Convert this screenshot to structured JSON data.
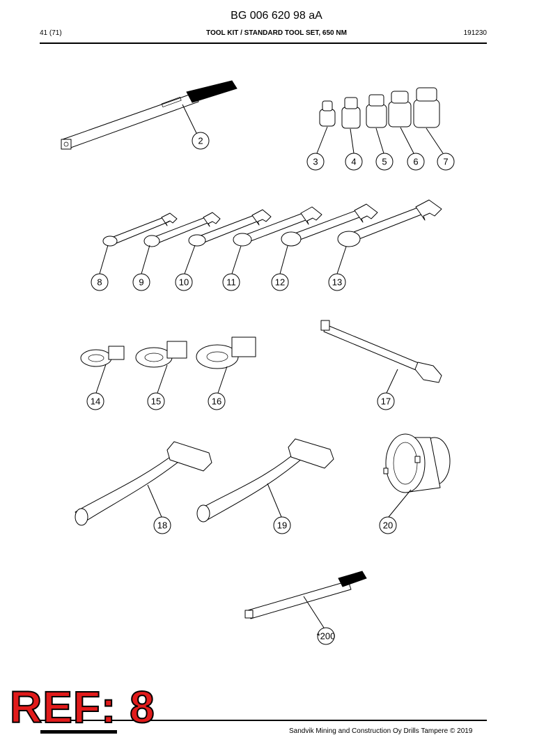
{
  "header": {
    "doc_code": "BG 006 620 98 aA",
    "page": "41 (71)",
    "title": "TOOL KIT / STANDARD TOOL SET, 650 NM",
    "date_code": "191230"
  },
  "callouts": [
    "2",
    "3",
    "4",
    "5",
    "6",
    "7",
    "8",
    "9",
    "10",
    "11",
    "12",
    "13",
    "14",
    "15",
    "16",
    "17",
    "18",
    "19",
    "20",
    "*200"
  ],
  "stamp": "REF: 8",
  "footer": {
    "copyright": "Sandvik Mining and Construction Oy Drills Tampere © 2019"
  }
}
